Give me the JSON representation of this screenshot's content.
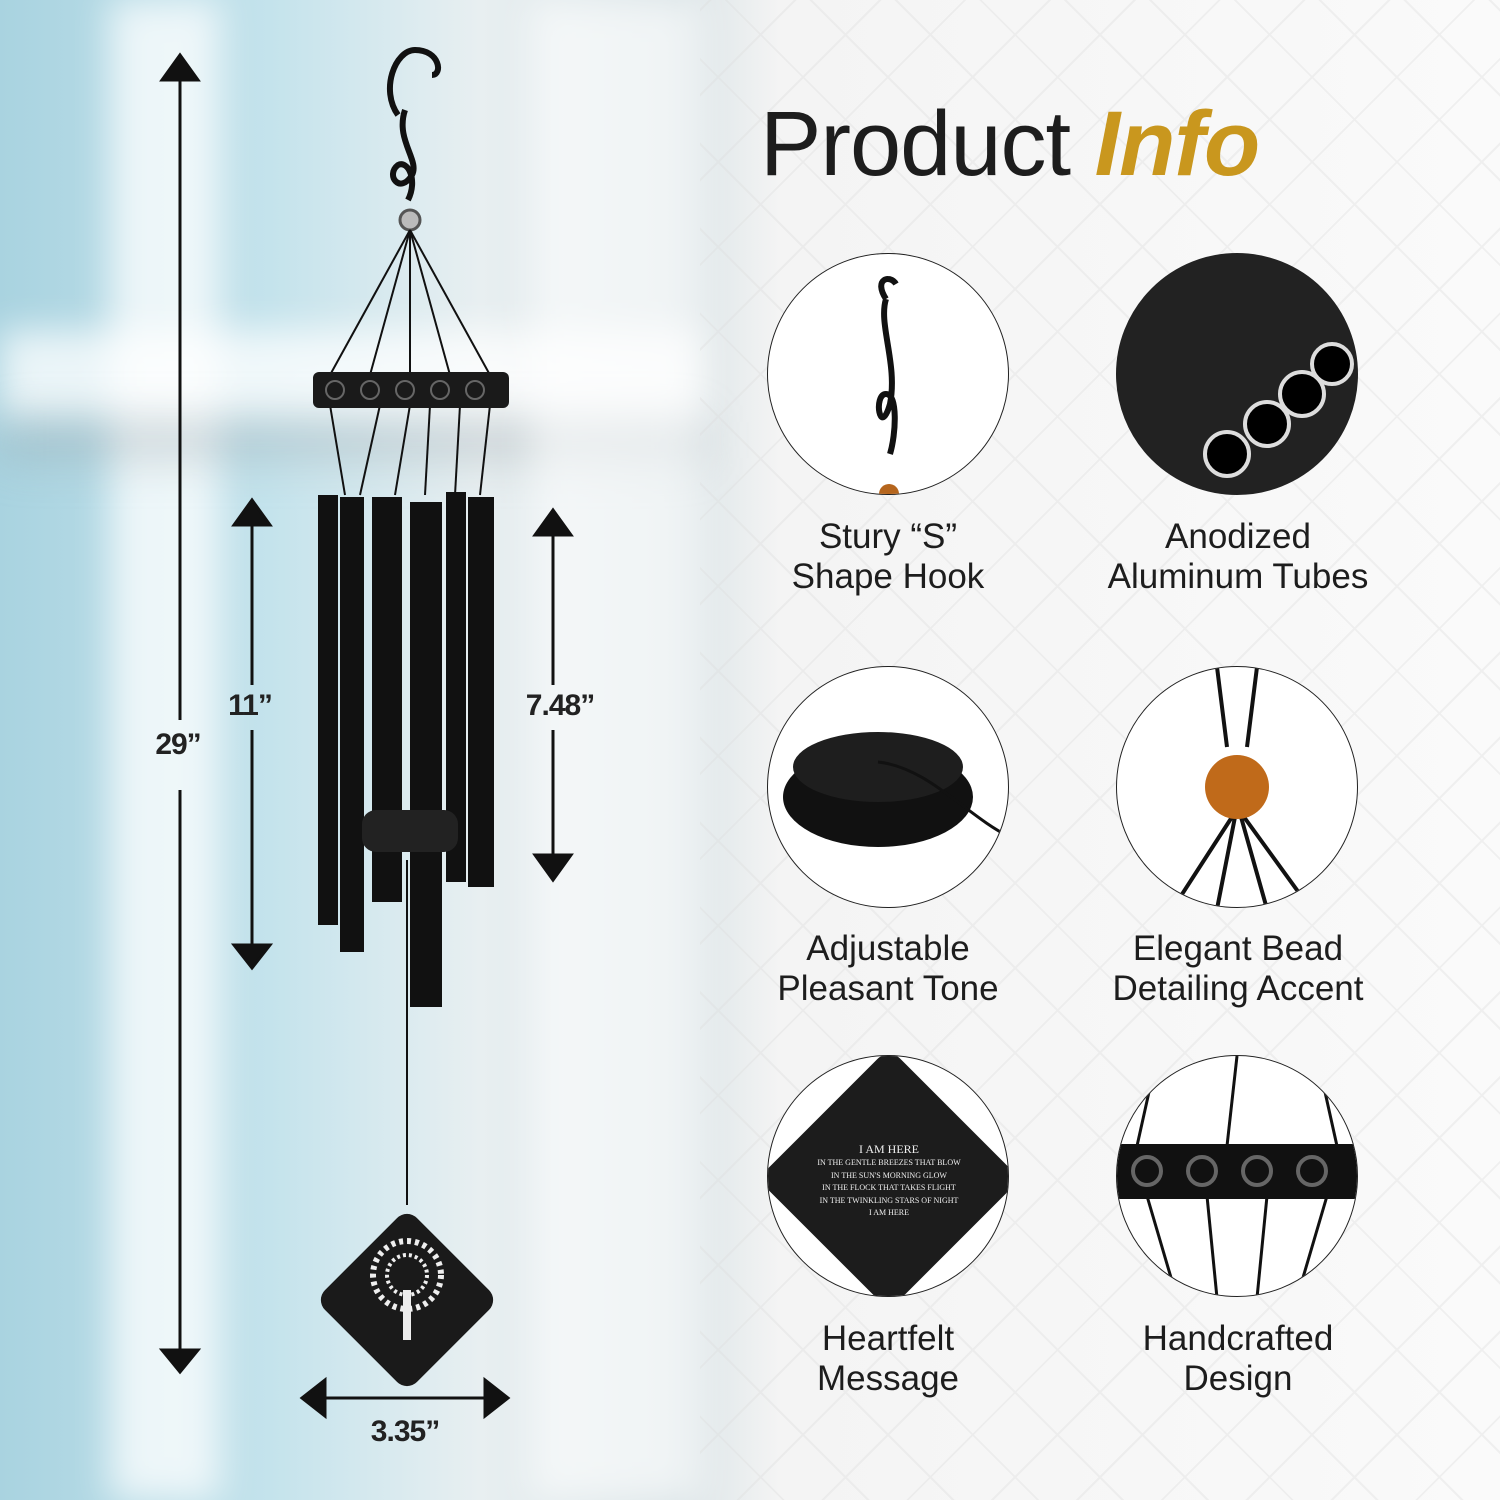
{
  "title": {
    "main": "Product",
    "accent": "Info",
    "accent_color": "#c9971e"
  },
  "dimensions": {
    "total_height": "29”",
    "longest_tube": "11”",
    "shortest_tube": "7.48”",
    "width": "3.35”"
  },
  "features": [
    {
      "line1": "Stury “S”",
      "line2": "Shape Hook"
    },
    {
      "line1": "Anodized",
      "line2": "Aluminum Tubes"
    },
    {
      "line1": "Adjustable",
      "line2": "Pleasant Tone"
    },
    {
      "line1": "Elegant Bead",
      "line2": "Detailing Accent"
    },
    {
      "line1": "Heartfelt",
      "line2": "Message"
    },
    {
      "line1": "Handcrafted",
      "line2": "Design"
    }
  ],
  "message_card": {
    "heading": "I AM HERE",
    "lines": [
      "IN THE GENTLE BREEZES THAT BLOW",
      "IN THE SUN'S MORNING GLOW",
      "IN THE FLOCK THAT TAKES FLIGHT",
      "IN THE TWINKLING STARS OF NIGHT",
      "I AM HERE"
    ]
  }
}
